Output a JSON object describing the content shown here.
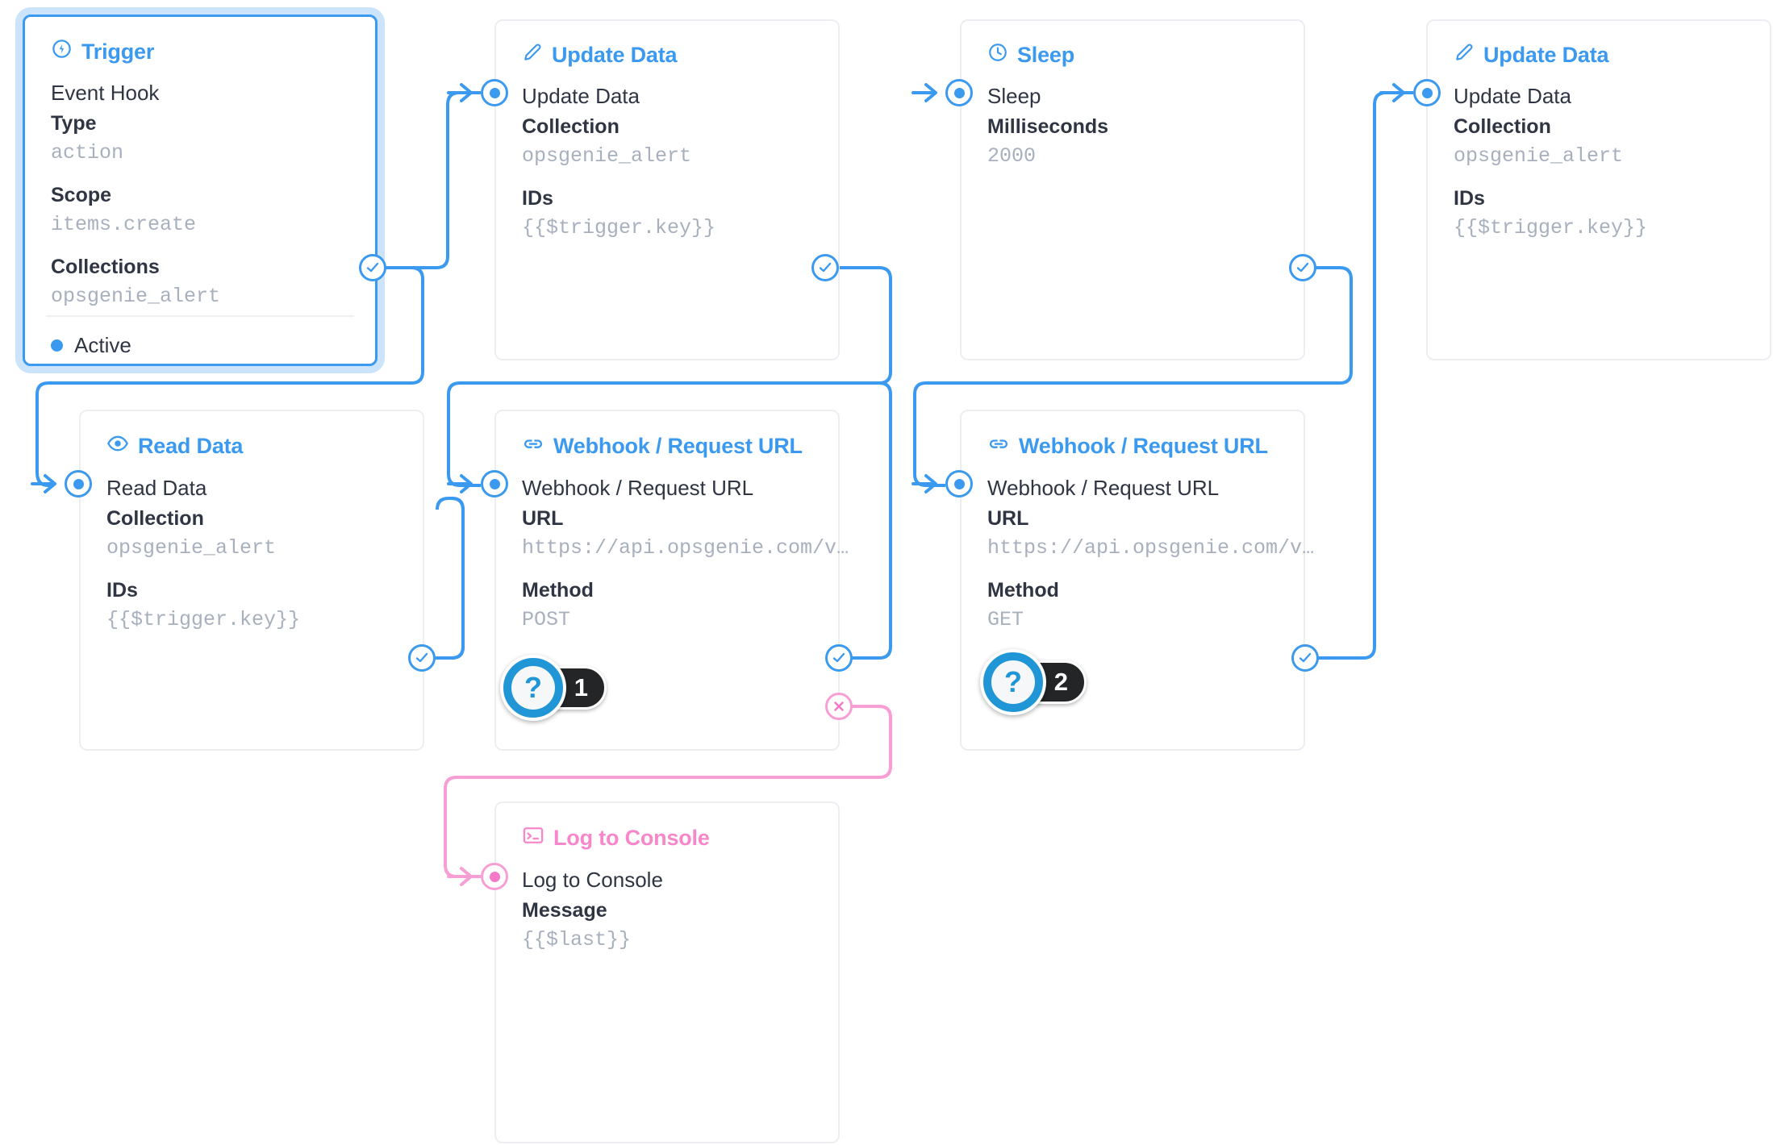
{
  "colors": {
    "accent": "#3b9aef",
    "accent_badge": "#2196d6",
    "pink": "#f786ca",
    "pink_wire": "#f79fd4",
    "value_text": "#a8b0bd",
    "label_text": "#2f3542",
    "card_border": "#eceef2",
    "badge_bg": "#232526"
  },
  "nodes": {
    "trigger": {
      "header": "Trigger",
      "header_icon": "bolt-circle-icon",
      "subtitle": "Event Hook",
      "fields": [
        {
          "label": "Type",
          "value": "action"
        },
        {
          "label": "Scope",
          "value": "items.create"
        },
        {
          "label": "Collections",
          "value": "opsgenie_alert"
        }
      ],
      "status": "Active"
    },
    "update_data_1": {
      "header": "Update Data",
      "header_icon": "pencil-icon",
      "subtitle": "Update Data",
      "fields": [
        {
          "label": "Collection",
          "value": "opsgenie_alert"
        },
        {
          "label": "IDs",
          "value": "{{$trigger.key}}"
        }
      ]
    },
    "sleep": {
      "header": "Sleep",
      "header_icon": "clock-icon",
      "subtitle": "Sleep",
      "fields": [
        {
          "label": "Milliseconds",
          "value": "2000"
        }
      ]
    },
    "update_data_2": {
      "header": "Update Data",
      "header_icon": "pencil-icon",
      "subtitle": "Update Data",
      "fields": [
        {
          "label": "Collection",
          "value": "opsgenie_alert"
        },
        {
          "label": "IDs",
          "value": "{{$trigger.key}}"
        }
      ]
    },
    "read_data": {
      "header": "Read Data",
      "header_icon": "eye-icon",
      "subtitle": "Read Data",
      "fields": [
        {
          "label": "Collection",
          "value": "opsgenie_alert"
        },
        {
          "label": "IDs",
          "value": "{{$trigger.key}}"
        }
      ]
    },
    "webhook_post": {
      "header": "Webhook / Request URL",
      "header_icon": "link-icon",
      "subtitle": "Webhook / Request URL",
      "fields": [
        {
          "label": "URL",
          "value": "https://api.opsgenie.com/v…"
        },
        {
          "label": "Method",
          "value": "POST"
        }
      ]
    },
    "webhook_get": {
      "header": "Webhook / Request URL",
      "header_icon": "link-icon",
      "subtitle": "Webhook / Request URL",
      "fields": [
        {
          "label": "URL",
          "value": "https://api.opsgenie.com/v…"
        },
        {
          "label": "Method",
          "value": "GET"
        }
      ]
    },
    "log_to_console": {
      "header": "Log to Console",
      "header_icon": "terminal-icon",
      "subtitle": "Log to Console",
      "fields": [
        {
          "label": "Message",
          "value": "{{$last}}"
        }
      ]
    }
  },
  "markers": [
    {
      "id": "marker-1",
      "symbol": "?",
      "number": "1"
    },
    {
      "id": "marker-2",
      "symbol": "?",
      "number": "2"
    }
  ]
}
